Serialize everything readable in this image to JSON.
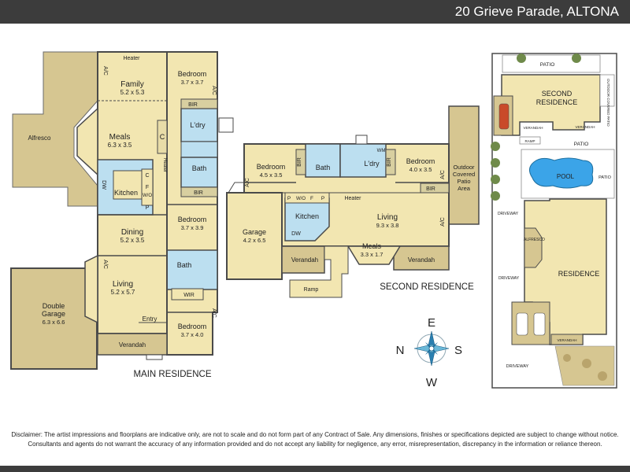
{
  "header": {
    "title": "20 Grieve Parade, ALTONA"
  },
  "main": {
    "label": "MAIN RESIDENCE",
    "rooms": {
      "alfresco": "Alfresco",
      "family": "Family",
      "family_size": "5.2 x 5.3",
      "heater": "Heater",
      "ac": "A/C",
      "meals": "Meals",
      "meals_size": "6.3 x 3.5",
      "c": "C",
      "kitchen": "Kitchen",
      "dw": "DW",
      "f": "F",
      "wo": "W/O",
      "p": "P",
      "bedroom1": "Bedroom",
      "bedroom1_size": "3.7 x 3.7",
      "bir": "BIR",
      "ldry": "L'dry",
      "bath": "Bath",
      "heater_v": "Heater",
      "bedroom2": "Bedroom",
      "bedroom2_size": "3.7 x 3.9",
      "dining": "Dining",
      "dining_size": "5.2 x 3.5",
      "wir": "WIR",
      "living": "Living",
      "living_size": "5.2 x 5.7",
      "entry": "Entry",
      "bedroom3": "Bedroom",
      "bedroom3_size": "3.7 x 4.0",
      "verandah": "Verandah",
      "garage": "Double Garage",
      "garage_line1": "Double",
      "garage_line2": "Garage",
      "garage_size": "6.3 x 6.6"
    }
  },
  "second": {
    "label": "SECOND RESIDENCE",
    "rooms": {
      "bedroom1": "Bedroom",
      "bedroom1_size": "4.5 x 3.5",
      "bir": "BIR",
      "bath": "Bath",
      "ldry": "L'dry",
      "wm": "WM",
      "bedroom2": "Bedroom",
      "bedroom2_size": "4.0 x 3.5",
      "patio_line1": "Outdoor",
      "patio_line2": "Covered",
      "patio_line3": "Patio",
      "patio_line4": "Area",
      "ac": "A/C",
      "garage": "Garage",
      "garage_size": "4.2 x 6.5",
      "p": "P",
      "wo": "W/O",
      "f": "F",
      "heater": "Heater",
      "kitchen": "Kitchen",
      "dw": "DW",
      "living": "Living",
      "living_size": "9.3 x 3.8",
      "meals": "Meals",
      "meals_size": "3.3 x 1.7",
      "verandah": "Verandah",
      "ramp": "Ramp"
    }
  },
  "site": {
    "patio_top": "PATIO",
    "second_residence_line1": "SECOND",
    "second_residence_line2": "RESIDENCE",
    "outdoor_covered_patio": "OUTDOOR COVERED PATIO",
    "verandah": "VERANDAH",
    "ramp": "RAMP",
    "patio_mid": "PATIO",
    "pool": "POOL",
    "patio_right": "PATIO",
    "driveway": "DRIVEWAY",
    "alfresco": "ALFRESCO",
    "residence": "RESIDENCE",
    "verandah_bottom": "VERANDAH",
    "driveway_bottom": "DRIVEWAY"
  },
  "compass": {
    "n": "N",
    "e": "E",
    "s": "S",
    "w": "W"
  },
  "disclaimer": {
    "line1": "Disclaimer: The artist impressions and floorplans are indicative only, are not to scale and do not form part of any Contract of Sale.  Any dimensions, finishes or specifications depicted are subject to change without notice.",
    "line2": "Consultants and agents do not warrant the accuracy of any information provided and do not accept any liability for negligence, any error, misrepresentation, discrepancy in the information or reliance thereon."
  },
  "colors": {
    "room_fill": "#f2e6b1",
    "outdoor_fill": "#d6c691",
    "wall": "#4a4a4a",
    "wet_fill": "#bcdff0",
    "pool_fill": "#3ba4e8",
    "header_bg": "#3c3c3c"
  }
}
